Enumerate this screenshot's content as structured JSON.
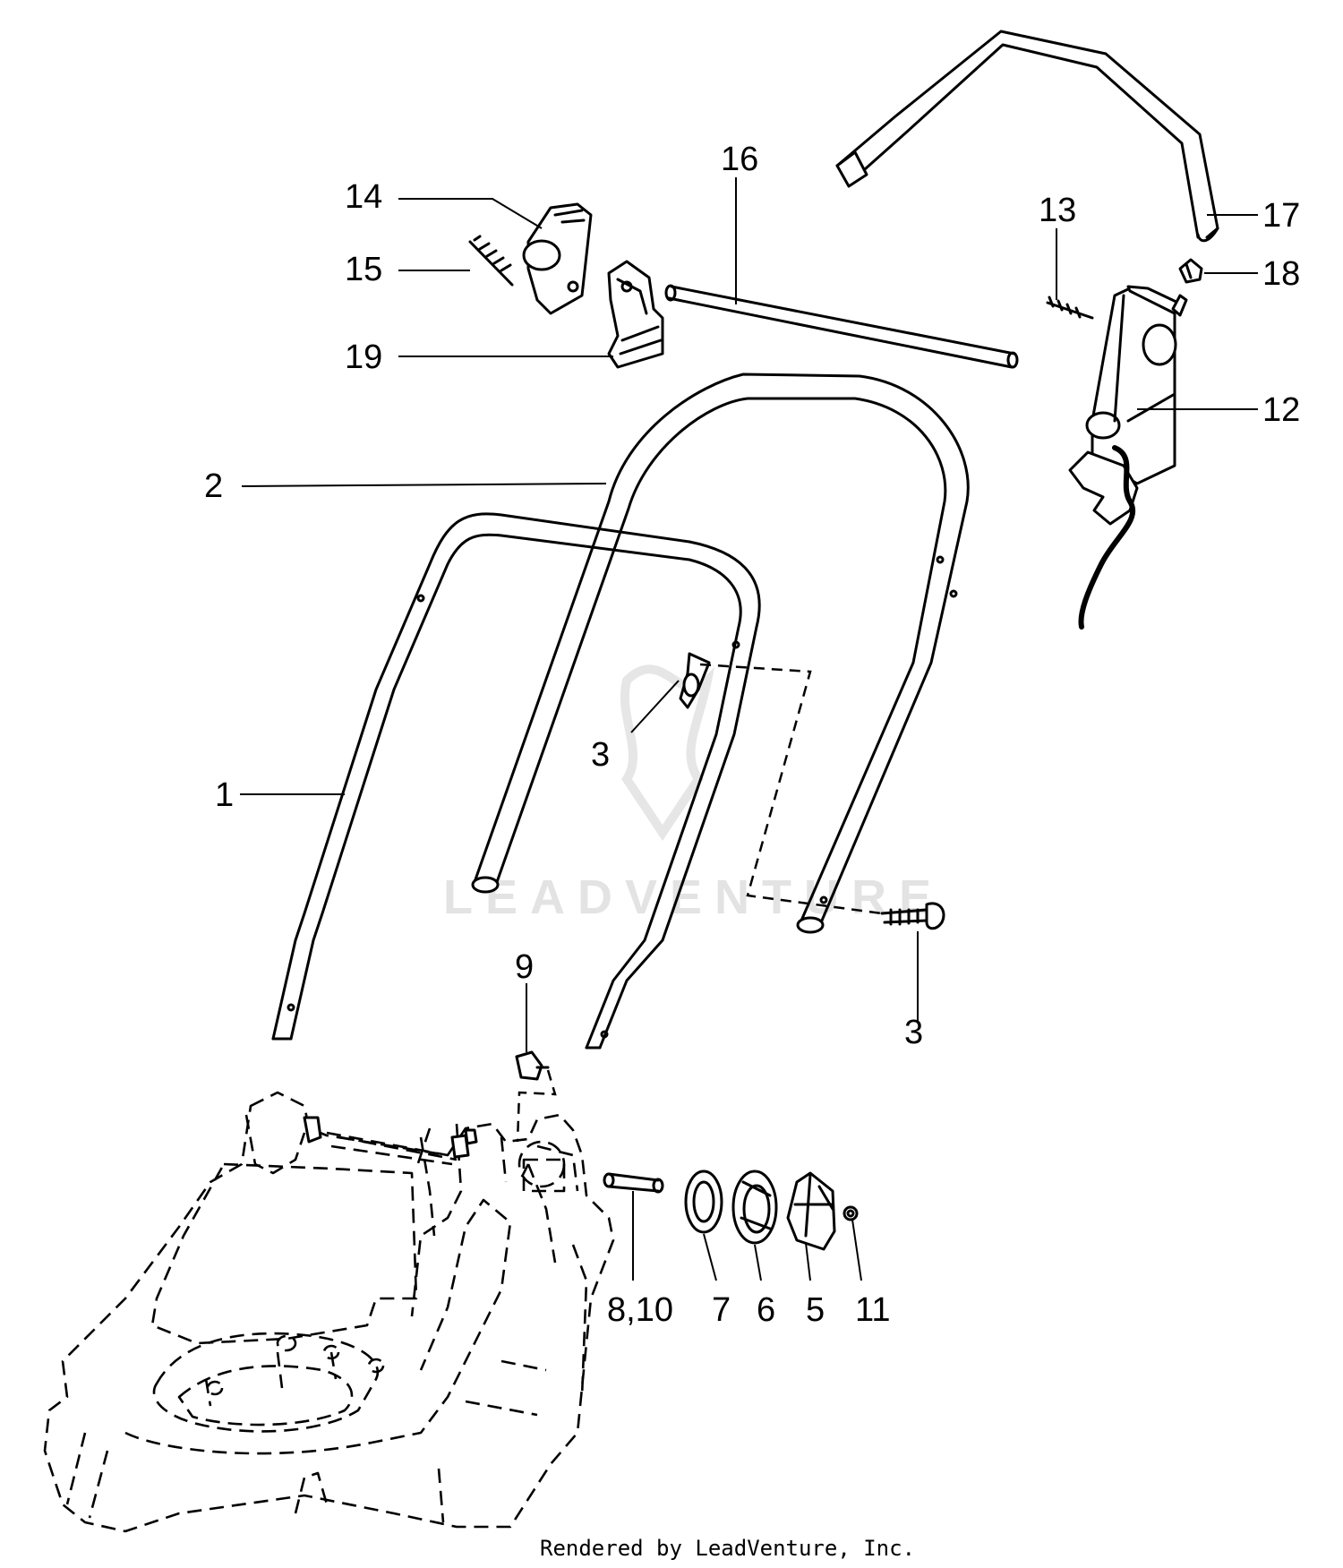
{
  "diagram": {
    "labels": {
      "l1": "1",
      "l2": "2",
      "l3a": "3",
      "l3b": "3",
      "l5": "5",
      "l6": "6",
      "l7": "7",
      "l8_10": "8,10",
      "l9": "9",
      "l11": "11",
      "l12": "12",
      "l13": "13",
      "l14": "14",
      "l15": "15",
      "l16": "16",
      "l17": "17",
      "l18": "18",
      "l19": "19"
    },
    "watermark": "LEADVENTURE",
    "credit": "Rendered by LeadVenture, Inc."
  }
}
